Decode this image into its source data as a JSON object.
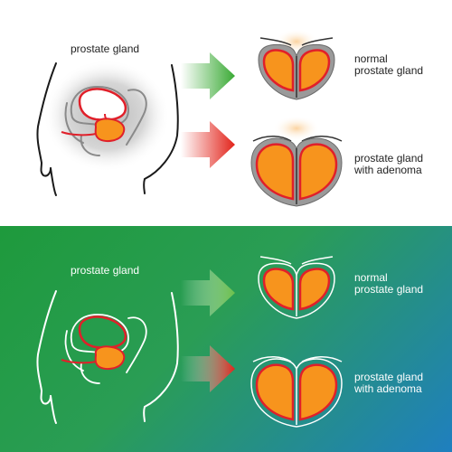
{
  "top_panel": {
    "gland_label": "prostate gland",
    "normal_label_line1": "normal",
    "normal_label_line2": "prostate gland",
    "adenoma_label_line1": "prostate gland",
    "adenoma_label_line2": "with adenoma"
  },
  "bottom_panel": {
    "gland_label": "prostate gland",
    "normal_label_line1": "normal",
    "normal_label_line2": "prostate gland",
    "adenoma_label_line1": "prostate gland",
    "adenoma_label_line2": "with adenoma"
  },
  "colors": {
    "gland_fill": "#f7941d",
    "gland_outline": "#e0202a",
    "arrow_normal": "#3aaa35",
    "arrow_adenoma": "#e2231a",
    "background_gradient_start": "#1e9a3c",
    "background_gradient_end": "#1f7fbf"
  }
}
